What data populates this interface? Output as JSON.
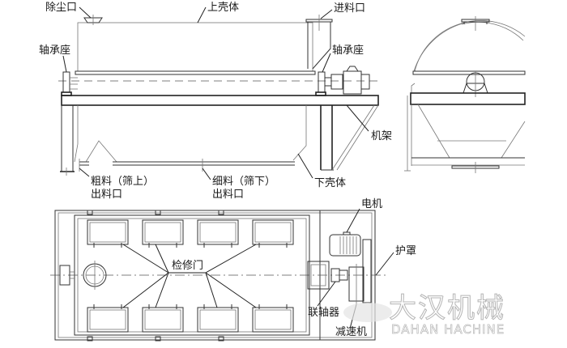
{
  "front_view": {
    "labels": {
      "dust_outlet": "除尘口",
      "upper_shell": "上壳体",
      "feed_inlet": "进料口",
      "bearing_seat_left": "轴承座",
      "bearing_seat_right": "轴承座",
      "frame": "机架",
      "coarse_outlet_line1": "粗料（筛上）",
      "coarse_outlet_line2": "出料口",
      "fine_outlet_line1": "细料（筛下）",
      "fine_outlet_line2": "出料口",
      "lower_shell": "下壳体"
    }
  },
  "top_view": {
    "labels": {
      "inspection_door": "检修门",
      "motor": "电机",
      "guard": "护罩",
      "coupling": "联轴器",
      "reducer": "减速机"
    },
    "inspection_door_count": 8
  },
  "watermark": {
    "brand_cn": "大汉机械",
    "brand_en": "DAHAN HACHINE"
  },
  "colors": {
    "line": "#333333",
    "background": "#ffffff",
    "watermark": "#b5b5b5"
  }
}
